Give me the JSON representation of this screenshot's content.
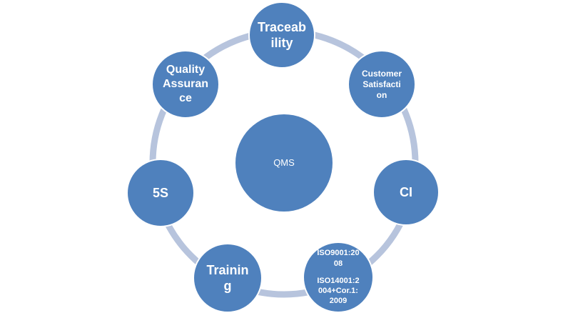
{
  "colors": {
    "node_fill": "#4f81bd",
    "ring": "#b7c4dd",
    "background": "#ffffff"
  },
  "center": {
    "label": "QMS"
  },
  "nodes": {
    "traceability": {
      "line1": "Traceab",
      "line2": "ility"
    },
    "customer_satisfaction": {
      "line1": "Customer",
      "line2": "Satisfacti",
      "line3": "on"
    },
    "ci": {
      "label": "CI"
    },
    "iso": {
      "line1": "ISO9001:20",
      "line2": "08",
      "line3": "ISO14001:2",
      "line4": "004+Cor.1:",
      "line5": "2009"
    },
    "training": {
      "line1": "Trainin",
      "line2": "g"
    },
    "five_s": {
      "label": "5S"
    },
    "quality_assurance": {
      "line1": "Quality",
      "line2": "Assuran",
      "line3": "ce"
    }
  }
}
